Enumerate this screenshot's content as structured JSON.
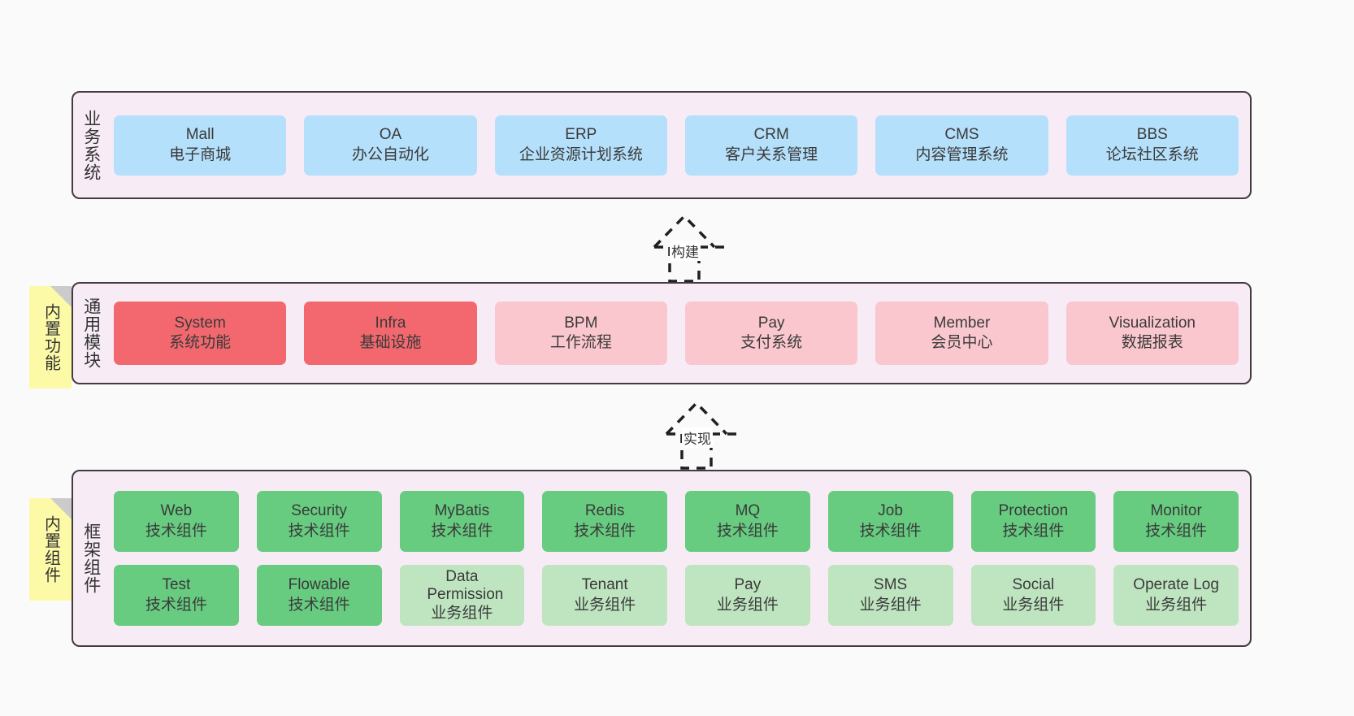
{
  "layers": [
    {
      "id": "business-system",
      "title": "业务系统",
      "rows": [
        [
          {
            "en": "Mall",
            "cn": "电子商城",
            "color": "blue"
          },
          {
            "en": "OA",
            "cn": "办公自动化",
            "color": "blue"
          },
          {
            "en": "ERP",
            "cn": "企业资源计划系统",
            "color": "blue"
          },
          {
            "en": "CRM",
            "cn": "客户关系管理",
            "color": "blue"
          },
          {
            "en": "CMS",
            "cn": "内容管理系统",
            "color": "blue"
          },
          {
            "en": "BBS",
            "cn": "论坛社区系统",
            "color": "blue"
          }
        ]
      ]
    },
    {
      "id": "common-module",
      "title": "通用模块",
      "note": "内置功能",
      "rows": [
        [
          {
            "en": "System",
            "cn": "系统功能",
            "color": "red"
          },
          {
            "en": "Infra",
            "cn": "基础设施",
            "color": "red"
          },
          {
            "en": "BPM",
            "cn": "工作流程",
            "color": "pink"
          },
          {
            "en": "Pay",
            "cn": "支付系统",
            "color": "pink"
          },
          {
            "en": "Member",
            "cn": "会员中心",
            "color": "pink"
          },
          {
            "en": "Visualization",
            "cn": "数据报表",
            "color": "pink"
          }
        ]
      ]
    },
    {
      "id": "framework-component",
      "title": "框架组件",
      "note": "内置组件",
      "rows": [
        [
          {
            "en": "Web",
            "cn": "技术组件",
            "color": "green"
          },
          {
            "en": "Security",
            "cn": "技术组件",
            "color": "green"
          },
          {
            "en": "MyBatis",
            "cn": "技术组件",
            "color": "green"
          },
          {
            "en": "Redis",
            "cn": "技术组件",
            "color": "green"
          },
          {
            "en": "MQ",
            "cn": "技术组件",
            "color": "green"
          },
          {
            "en": "Job",
            "cn": "技术组件",
            "color": "green"
          },
          {
            "en": "Protection",
            "cn": "技术组件",
            "color": "green"
          },
          {
            "en": "Monitor",
            "cn": "技术组件",
            "color": "green"
          }
        ],
        [
          {
            "en": "Test",
            "cn": "技术组件",
            "color": "green"
          },
          {
            "en": "Flowable",
            "cn": "技术组件",
            "color": "green"
          },
          {
            "en": "Data Permission",
            "cn": "业务组件",
            "color": "lightgreen"
          },
          {
            "en": "Tenant",
            "cn": "业务组件",
            "color": "lightgreen"
          },
          {
            "en": "Pay",
            "cn": "业务组件",
            "color": "lightgreen"
          },
          {
            "en": "SMS",
            "cn": "业务组件",
            "color": "lightgreen"
          },
          {
            "en": "Social",
            "cn": "业务组件",
            "color": "lightgreen"
          },
          {
            "en": "Operate Log",
            "cn": "业务组件",
            "color": "lightgreen"
          }
        ]
      ]
    }
  ],
  "arrows": [
    {
      "id": "build",
      "label": "构建"
    },
    {
      "id": "implement",
      "label": "实现"
    }
  ],
  "colors": {
    "panel_bg": "#f7ecf5",
    "panel_border": "#433c3f",
    "blue": "#b5e0fb",
    "red": "#f2686e",
    "pink": "#fbc7ce",
    "green": "#67cb80",
    "lightgreen": "#bee5c0",
    "note_bg": "#fcfaa6",
    "note_fold": "#cbcbcb",
    "canvas_bg": "#fafafa"
  }
}
